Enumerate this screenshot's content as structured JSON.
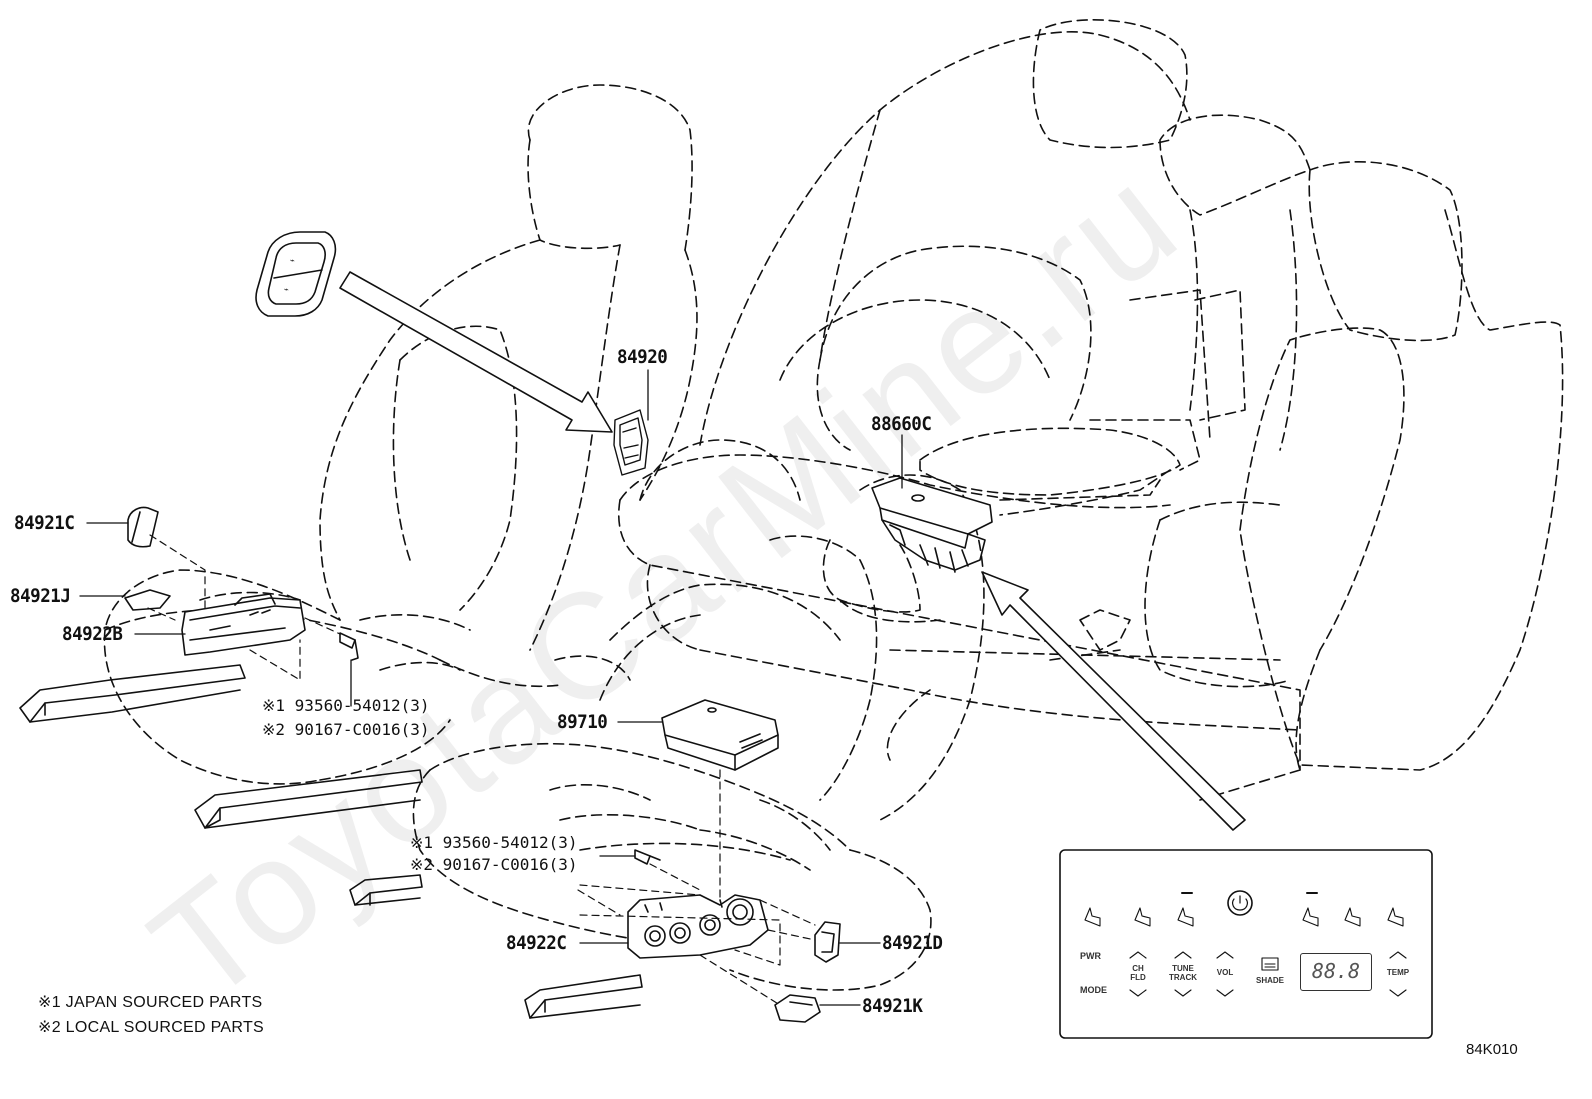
{
  "parts": {
    "p84920": "84920",
    "p88660c": "88660C",
    "p84921c": "84921C",
    "p84921j": "84921J",
    "p84922b": "84922B",
    "p89710": "89710",
    "p84922c": "84922C",
    "p84921d": "84921D",
    "p84921k": "84921K"
  },
  "fasteners": {
    "upper_1": "※1 93560-54012(3)",
    "upper_2": "※2 90167-C0016(3)",
    "lower_1": "※1 93560-54012(3)",
    "lower_2": "※2 90167-C0016(3)"
  },
  "notes": {
    "note1": "※1 JAPAN SOURCED PARTS",
    "note2": "※2 LOCAL SOURCED PARTS"
  },
  "diagram_code": "84K010",
  "watermark": "ToyotaCarMine.ru",
  "control_panel": {
    "pwr": "PWR",
    "mode": "MODE",
    "ch_fld": [
      "CH",
      "FLD"
    ],
    "tune_track": [
      "TUNE",
      "TRACK"
    ],
    "vol": "VOL",
    "shade": "SHADE",
    "temp": "TEMP",
    "display": "88.8"
  }
}
